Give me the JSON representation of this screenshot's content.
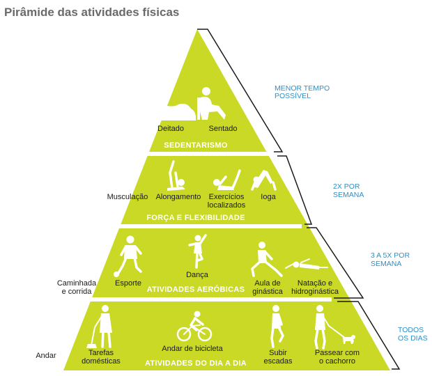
{
  "title": "Pirâmide das atividades físicas",
  "colors": {
    "pyramid": "#c9d925",
    "divider": "#ffffff",
    "bracket": "#1a1a1a",
    "frequency_text": "#2f8fc6"
  },
  "tiers": [
    {
      "name": "SEDENTARISMO",
      "frequency": [
        "MENOR TEMPO",
        "POSSÍVEL"
      ],
      "activities": [
        {
          "icon": "lying-person-icon",
          "label": [
            "Deitado"
          ]
        },
        {
          "icon": "sitting-person-icon",
          "label": [
            "Sentado"
          ]
        }
      ]
    },
    {
      "name": "FORÇA E FLEXIBILIDADE",
      "frequency": [
        "2X POR",
        "SEMANA"
      ],
      "activities": [
        {
          "icon": "bodybuilder-icon",
          "label": [
            "Musculação"
          ]
        },
        {
          "icon": "stretching-icon",
          "label": [
            "Alongamento"
          ]
        },
        {
          "icon": "situp-icon",
          "label": [
            "Exercícios",
            "localizados"
          ]
        },
        {
          "icon": "yoga-pose-icon",
          "label": [
            "Ioga"
          ]
        }
      ]
    },
    {
      "name": "ATIVIDADES AERÓBICAS",
      "frequency": [
        "3 A 5X POR",
        "SEMANA"
      ],
      "activities": [
        {
          "icon": "runner-icon",
          "label": [
            "Caminhada",
            "e corrida"
          ]
        },
        {
          "icon": "soccer-player-icon",
          "label": [
            "Esporte"
          ]
        },
        {
          "icon": "dancer-icon",
          "label": [
            "Dança"
          ]
        },
        {
          "icon": "lunge-exercise-icon",
          "label": [
            "Aula de",
            "ginástica"
          ]
        },
        {
          "icon": "swimmer-icon",
          "label": [
            "Natação e",
            "hidroginástica"
          ]
        }
      ]
    },
    {
      "name": "ATIVIDADES DO DIA A DIA",
      "frequency": [
        "TODOS",
        "OS DIAS"
      ],
      "activities": [
        {
          "icon": "walking-woman-icon",
          "label": [
            "Andar"
          ]
        },
        {
          "icon": "sweeping-woman-icon",
          "label": [
            "Tarefas",
            "domésticas"
          ]
        },
        {
          "icon": "cyclist-icon",
          "label": [
            "Andar de bicicleta"
          ]
        },
        {
          "icon": "stair-climber-icon",
          "label": [
            "Subir",
            "escadas"
          ]
        },
        {
          "icon": "dog-walker-icon",
          "label": [
            "Passear com",
            "o cachorro"
          ]
        }
      ]
    }
  ]
}
